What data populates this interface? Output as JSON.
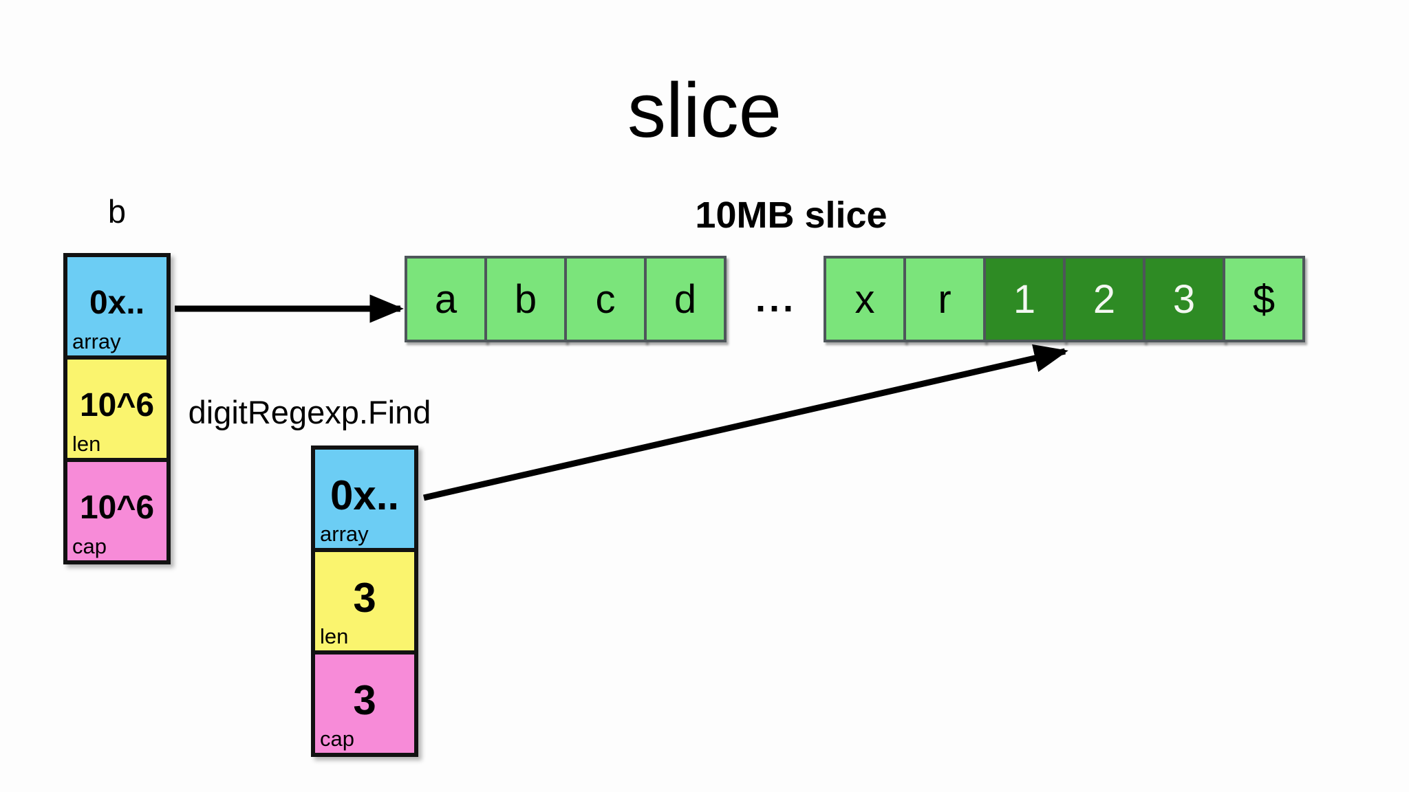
{
  "title": "slice",
  "colors": {
    "array_field": "#6CCDF4",
    "len_field": "#FAF46E",
    "cap_field": "#F78BD8",
    "mem_light": "#7BE47B",
    "mem_dark": "#2E8B24",
    "struct_border": "#121212",
    "mem_border": "#4E565A",
    "arrow": "#000000",
    "ink": "#000000",
    "digit_ink": "#F4F8F2",
    "canvas": "#FDFDFD"
  },
  "struct_b": {
    "title": "b",
    "fields": [
      {
        "value": "0x..",
        "label": "array"
      },
      {
        "value": "10^6",
        "label": "len"
      },
      {
        "value": "10^6",
        "label": "cap"
      }
    ]
  },
  "struct_find": {
    "title": "digitRegexp.Find",
    "fields": [
      {
        "value": "0x..",
        "label": "array"
      },
      {
        "value": "3",
        "label": "len"
      },
      {
        "value": "3",
        "label": "cap"
      }
    ]
  },
  "memory": {
    "label": "10MB slice",
    "ellipsis": "...",
    "cells": [
      {
        "char": "a",
        "tone": "light"
      },
      {
        "char": "b",
        "tone": "light"
      },
      {
        "char": "c",
        "tone": "light"
      },
      {
        "char": "d",
        "tone": "light"
      },
      {
        "char": "x",
        "tone": "light"
      },
      {
        "char": "r",
        "tone": "light"
      },
      {
        "char": "1",
        "tone": "dark"
      },
      {
        "char": "2",
        "tone": "dark"
      },
      {
        "char": "3",
        "tone": "dark"
      },
      {
        "char": "$",
        "tone": "light"
      }
    ]
  }
}
